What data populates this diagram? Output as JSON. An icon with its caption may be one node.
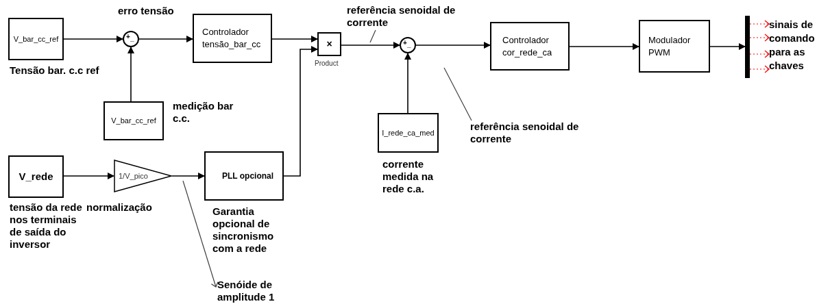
{
  "diagram": {
    "nodes": [
      {
        "text": [
          "V_bar_cc_ref"
        ],
        "beside": [
          "Tensão bar. c.c ref"
        ]
      },
      {
        "text": [
          "+",
          "_"
        ],
        "beside": [
          "erro tensão"
        ]
      },
      {
        "text": [
          "Controlador tensão_bar_cc"
        ]
      },
      {
        "text": [
          "V_bar_cc_ref"
        ],
        "beside": [
          "medição bar c.c."
        ]
      },
      {
        "text": [
          "×"
        ],
        "beside": [
          "Product"
        ]
      },
      {
        "text": [
          "+",
          "_"
        ]
      },
      {
        "text": [
          "Controlador cor_rede_ca"
        ]
      },
      {
        "text": [
          "Modulador PWM"
        ]
      },
      {
        "text": [],
        "shape": "bar"
      },
      {
        "text": [
          "V_rede"
        ],
        "beside": [
          "tensão da rede nos terminais de saída do inversor"
        ]
      },
      {
        "text": [
          "1/V_pico"
        ],
        "beside": [
          "normalização"
        ]
      },
      {
        "text": [
          "PLL opcional"
        ],
        "beside": [
          "Garantia opcional de sincronismo com a rede"
        ]
      },
      {
        "text": [
          "I_rede_ca_med"
        ],
        "beside": [
          "corrente medida na rede c.a."
        ]
      },
      {
        "text": [
          "referência senoidal de corrente"
        ]
      },
      {
        "text": [
          "referência senoidal de corrente"
        ]
      },
      {
        "text": [
          "Senóide de amplitude 1"
        ]
      },
      {
        "text": [
          "sinais de comando para as chaves"
        ]
      }
    ],
    "edges": [
      {
        "from": 0,
        "to": 1,
        "arrow": "to"
      },
      {
        "from": 3,
        "to": 1,
        "arrow": "to"
      },
      {
        "from": 1,
        "to": 2,
        "arrow": "to"
      },
      {
        "from": 2,
        "to": 4,
        "arrow": "to"
      },
      {
        "from": 11,
        "to": 4,
        "arrow": "to"
      },
      {
        "from": 9,
        "to": 10,
        "arrow": "to"
      },
      {
        "from": 10,
        "to": 11,
        "arrow": "to"
      },
      {
        "from": 4,
        "to": 5,
        "arrow": "to"
      },
      {
        "from": 12,
        "to": 5,
        "arrow": "to"
      },
      {
        "from": 5,
        "to": 6,
        "arrow": "to"
      },
      {
        "from": 6,
        "to": 7,
        "arrow": "to"
      },
      {
        "from": 7,
        "to": 8,
        "arrow": "to"
      },
      {
        "from": 8,
        "to": 16,
        "arrow": "to",
        "style": "dashed",
        "color": "#ff0000"
      },
      {
        "from": 8,
        "to": 16,
        "arrow": "to",
        "style": "dashed",
        "color": "#ff0000"
      },
      {
        "from": 8,
        "to": 16,
        "arrow": "to",
        "style": "dashed",
        "color": "#ff0000"
      },
      {
        "from": 8,
        "to": 16,
        "arrow": "to",
        "style": "dashed",
        "color": "#ff0000"
      },
      {
        "from": 13,
        "to": null,
        "arrow": "none",
        "color": "#404040"
      },
      {
        "from": 14,
        "to": null,
        "arrow": "none",
        "color": "#404040"
      },
      {
        "from": null,
        "to": 15,
        "arrow": "to",
        "color": "#404040"
      }
    ]
  }
}
